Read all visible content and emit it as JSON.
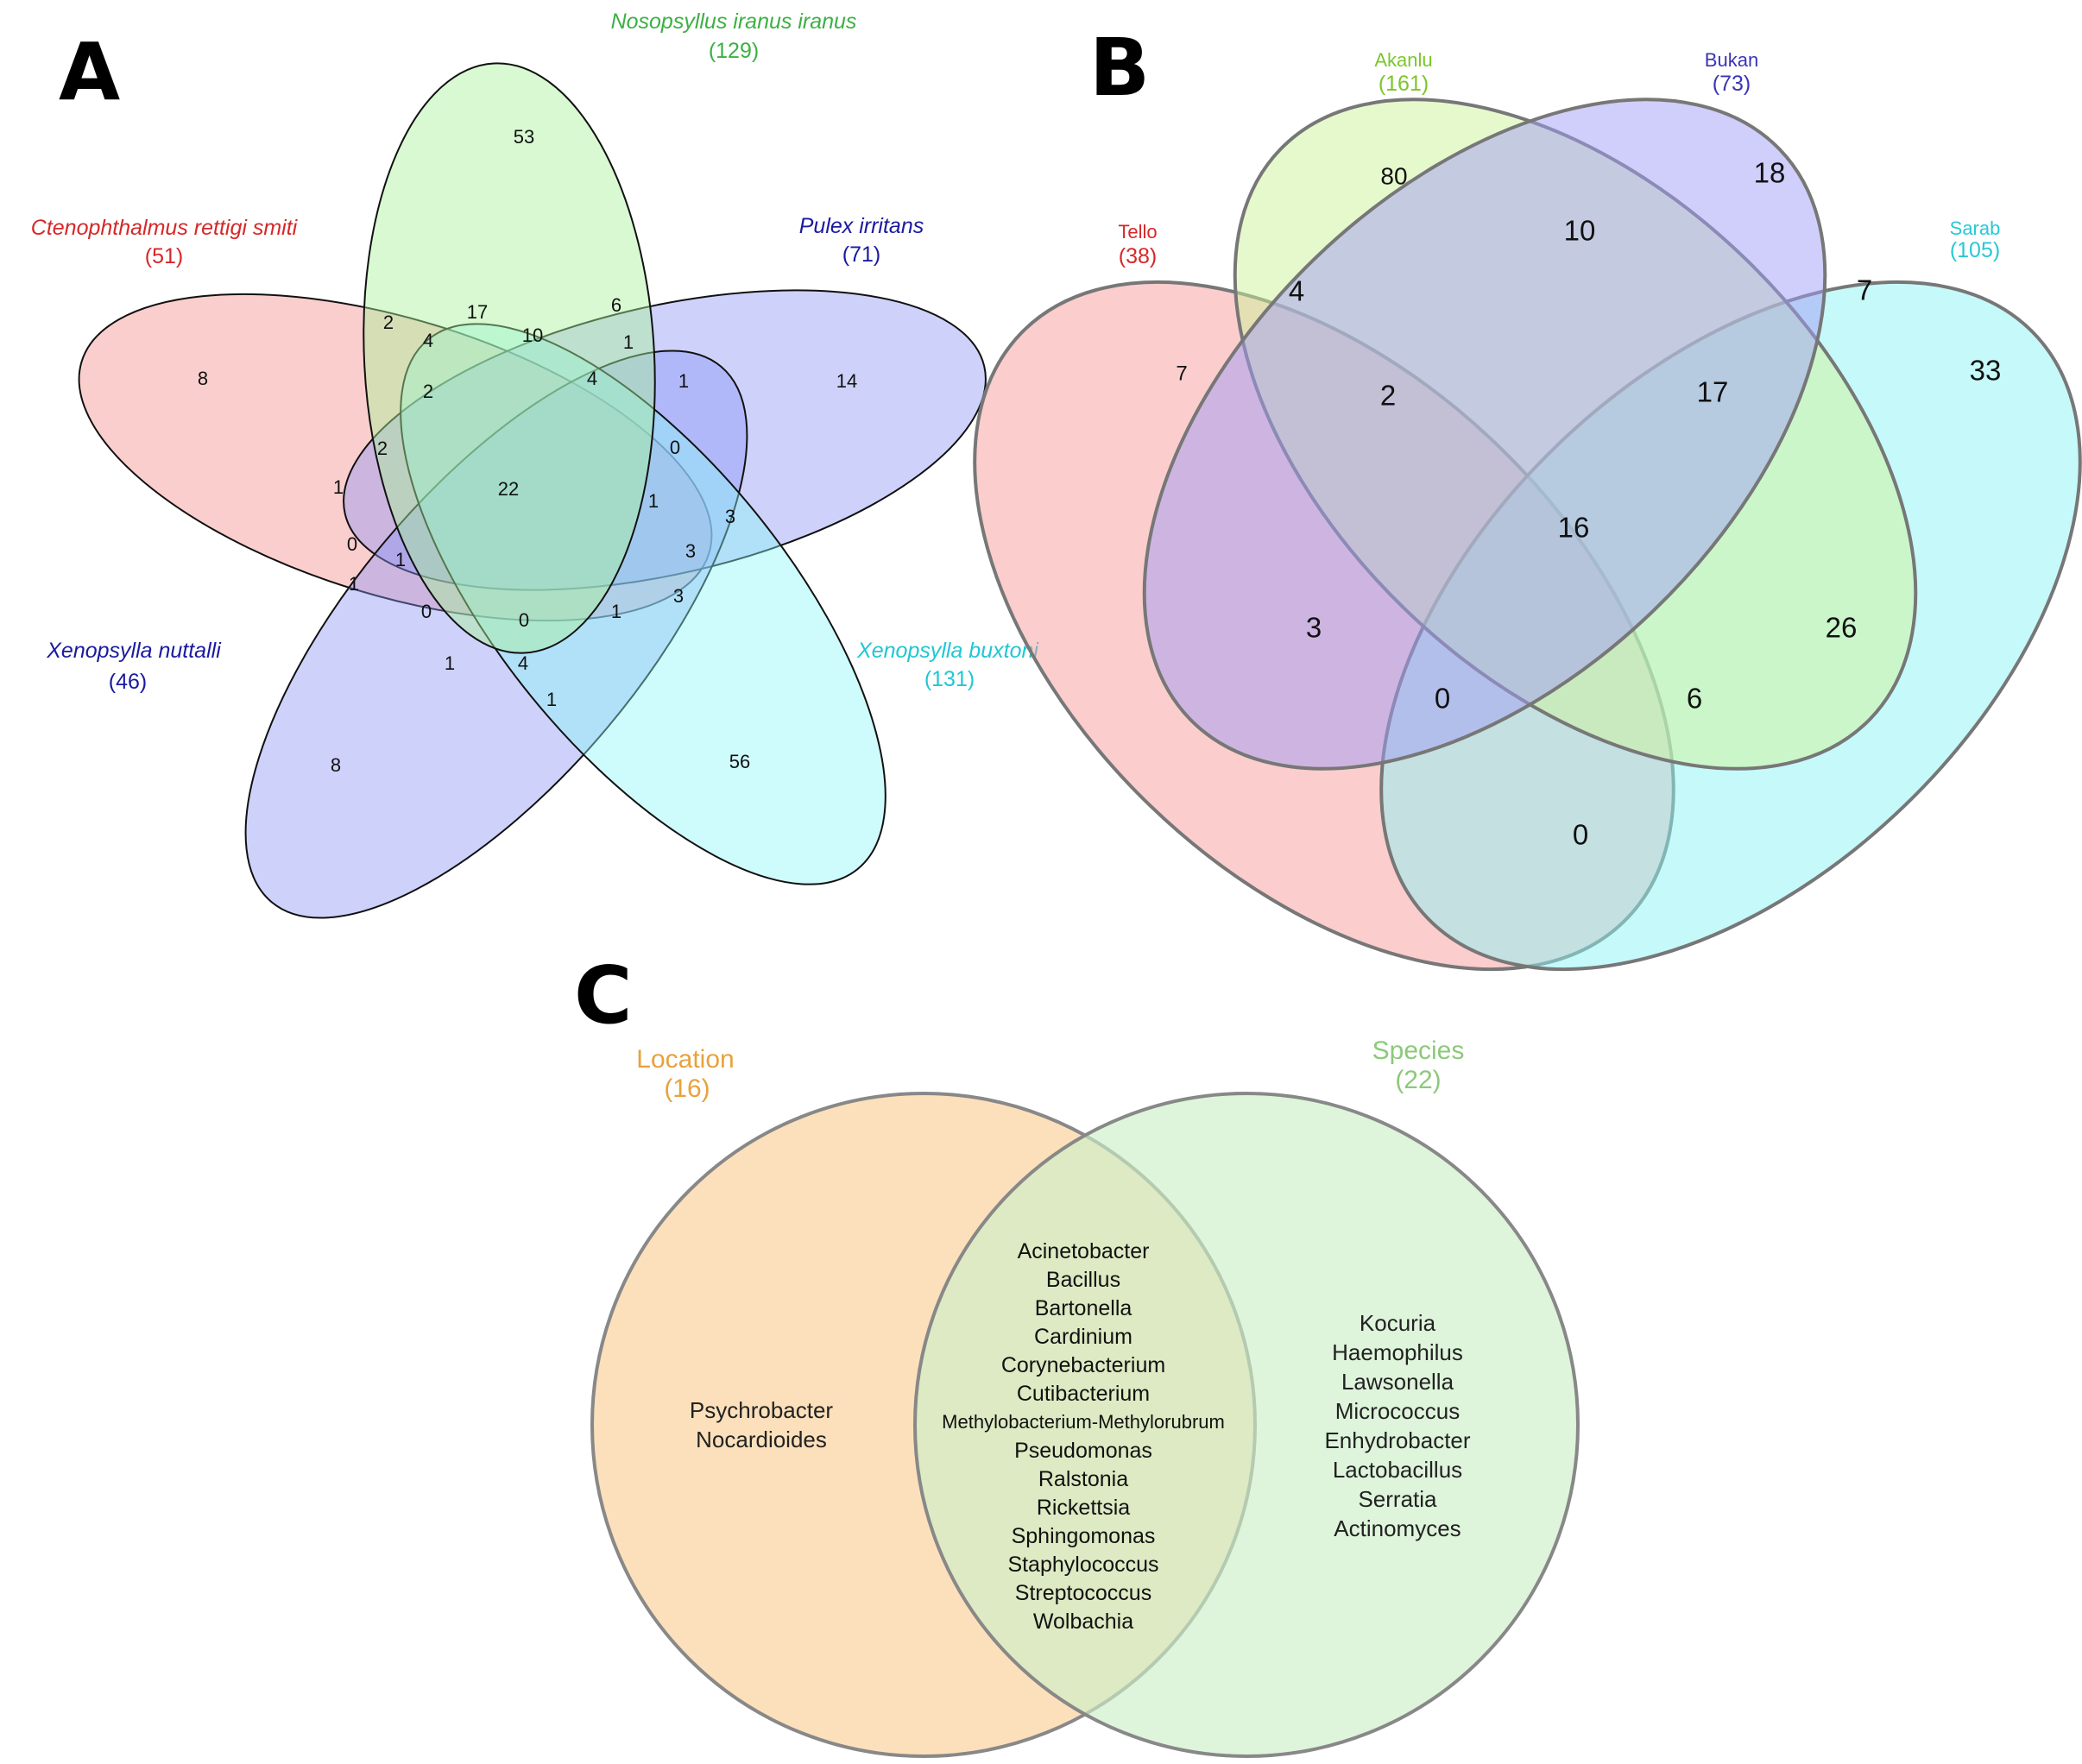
{
  "panels": {
    "A": {
      "letter": "A",
      "sets": [
        {
          "name": "Nosopsyllus iranus iranus",
          "count": "(129)",
          "color": "#3cb043"
        },
        {
          "name": "Ctenophthalmus rettigi smiti",
          "count": "(51)",
          "color": "#d62728"
        },
        {
          "name": "Pulex irritans",
          "count": "(71)",
          "color": "#1a1aa0"
        },
        {
          "name": "Xenopsylla nuttalli",
          "count": "(46)",
          "color": "#1a1aa0"
        },
        {
          "name": "Xenopsylla buxtoni",
          "count": "(131)",
          "color": "#1fc7d4"
        }
      ],
      "region_values": [
        "53",
        "8",
        "14",
        "8",
        "56",
        "2",
        "4",
        "17",
        "10",
        "6",
        "2",
        "4",
        "1",
        "1",
        "2",
        "0",
        "22",
        "1",
        "0",
        "1",
        "1",
        "3",
        "3",
        "1",
        "0",
        "0",
        "1",
        "3",
        "1",
        "4",
        "1"
      ]
    },
    "B": {
      "letter": "B",
      "sets": [
        {
          "name": "Akanlu",
          "count": "(161)",
          "color": "#7cc62a"
        },
        {
          "name": "Bukan",
          "count": "(73)",
          "color": "#3a34b8"
        },
        {
          "name": "Tello",
          "count": "(38)",
          "color": "#d62728"
        },
        {
          "name": "Sarab",
          "count": "(105)",
          "color": "#27c9d6"
        }
      ],
      "region_values": [
        "80",
        "18",
        "10",
        "4",
        "7",
        "7",
        "2",
        "17",
        "33",
        "16",
        "3",
        "26",
        "0",
        "6",
        "0"
      ]
    },
    "C": {
      "letter": "C",
      "sets": [
        {
          "name": "Location",
          "count": "(16)",
          "color": "#e8a23c"
        },
        {
          "name": "Species",
          "count": "(22)",
          "color": "#8cc97a"
        }
      ],
      "location_only": [
        "Psychrobacter",
        "Nocardioides"
      ],
      "shared": [
        "Acinetobacter",
        "Bacillus",
        "Bartonella",
        "Cardinium",
        "Corynebacterium",
        "Cutibacterium",
        "Methylobacterium-Methylorubrum",
        "Pseudomonas",
        "Ralstonia",
        "Rickettsia",
        "Sphingomonas",
        "Staphylococcus",
        "Streptococcus",
        "Wolbachia"
      ],
      "species_only": [
        "Kocuria",
        "Haemophilus",
        "Lawsonella",
        "Micrococcus",
        "Enhydrobacter",
        "Lactobacillus",
        "Serratia",
        "Actinomyces"
      ]
    }
  }
}
